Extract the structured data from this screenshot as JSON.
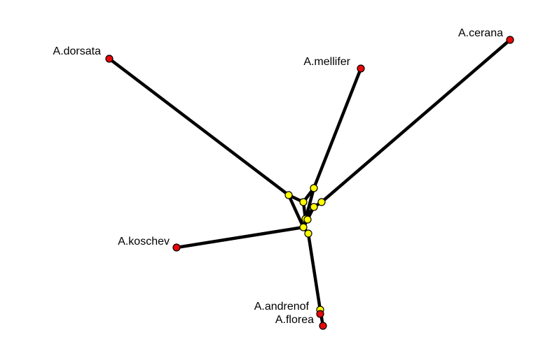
{
  "colors": {
    "background": "#ffffff",
    "edge": "#000000",
    "taxon_node": "#e8070a",
    "internal_node": "#ffff00",
    "node_outline": "#000000"
  },
  "network": {
    "taxa": [
      {
        "id": "dorsata",
        "label": "A.dorsata"
      },
      {
        "id": "mellifer",
        "label": "A.mellifer"
      },
      {
        "id": "cerana",
        "label": "A.cerana"
      },
      {
        "id": "koschev",
        "label": "A.koschev"
      },
      {
        "id": "andrenof",
        "label": "A.andrenof"
      },
      {
        "id": "florea",
        "label": "A.florea"
      }
    ],
    "internal_nodes": [
      "n1",
      "n2",
      "n3",
      "n4",
      "n5",
      "n6",
      "n7",
      "n8",
      "n9",
      "n10"
    ],
    "edges": [
      [
        "dorsata",
        "n1"
      ],
      [
        "n1",
        "n8"
      ],
      [
        "n1",
        "n2"
      ],
      [
        "n2",
        "n5"
      ],
      [
        "mellifer",
        "n3"
      ],
      [
        "n3",
        "n2"
      ],
      [
        "n3",
        "n8"
      ],
      [
        "cerana",
        "n4"
      ],
      [
        "n4",
        "n6"
      ],
      [
        "n6",
        "n8"
      ],
      [
        "n6",
        "n5"
      ],
      [
        "n5",
        "n7"
      ],
      [
        "n7",
        "n8"
      ],
      [
        "n8",
        "n9"
      ],
      [
        "koschev",
        "n8"
      ],
      [
        "n9",
        "n10"
      ],
      [
        "n10",
        "andrenof"
      ],
      [
        "n10",
        "florea"
      ]
    ]
  }
}
